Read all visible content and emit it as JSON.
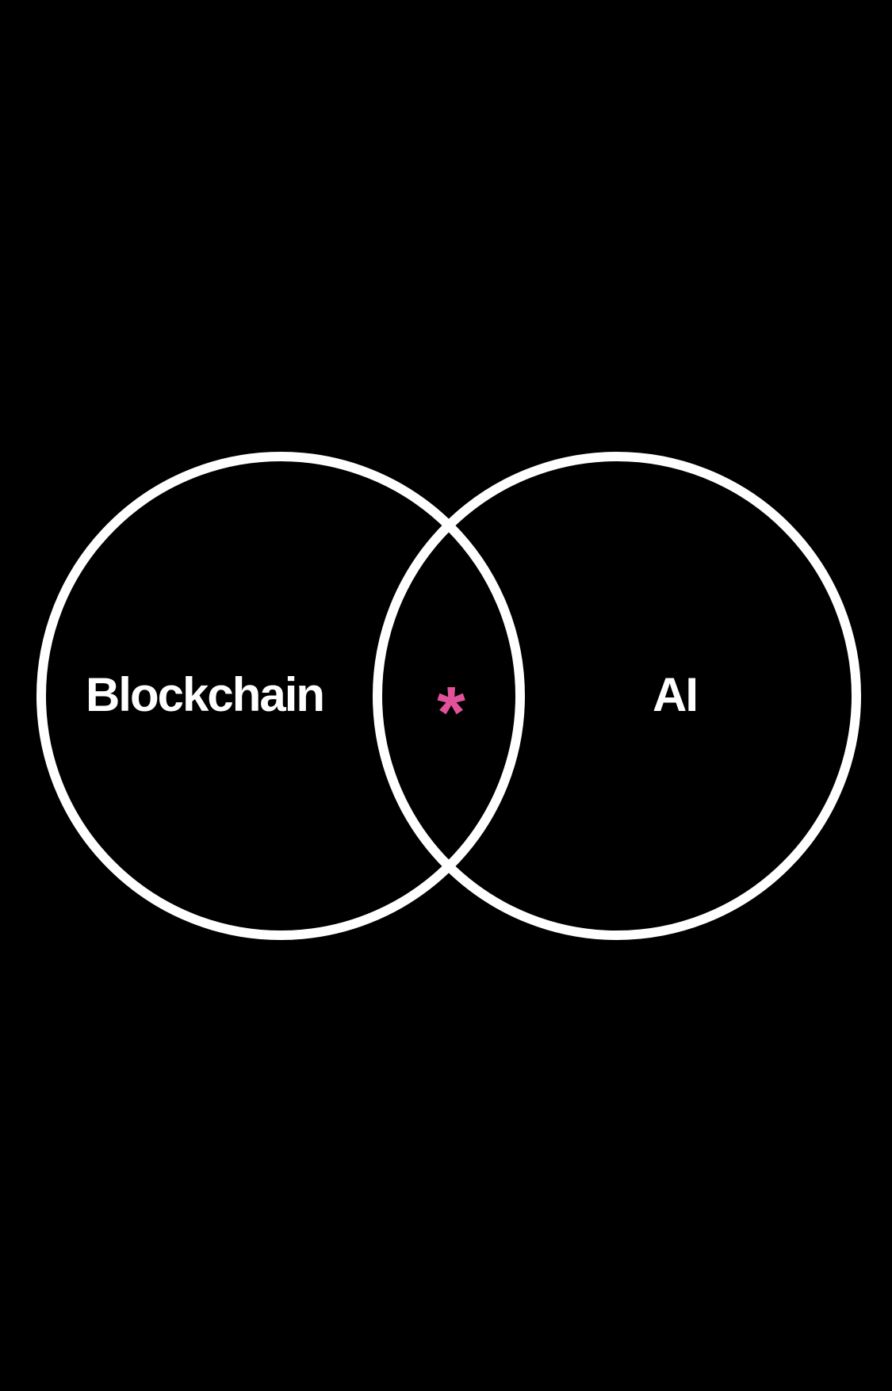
{
  "diagram": {
    "type": "venn",
    "sets": [
      {
        "label": "Blockchain"
      },
      {
        "label": "AI"
      }
    ],
    "intersection": {
      "symbol": "*"
    }
  },
  "colors": {
    "background": "#000000",
    "outline": "#ffffff",
    "label": "#ffffff",
    "accent": "#e2529a"
  }
}
